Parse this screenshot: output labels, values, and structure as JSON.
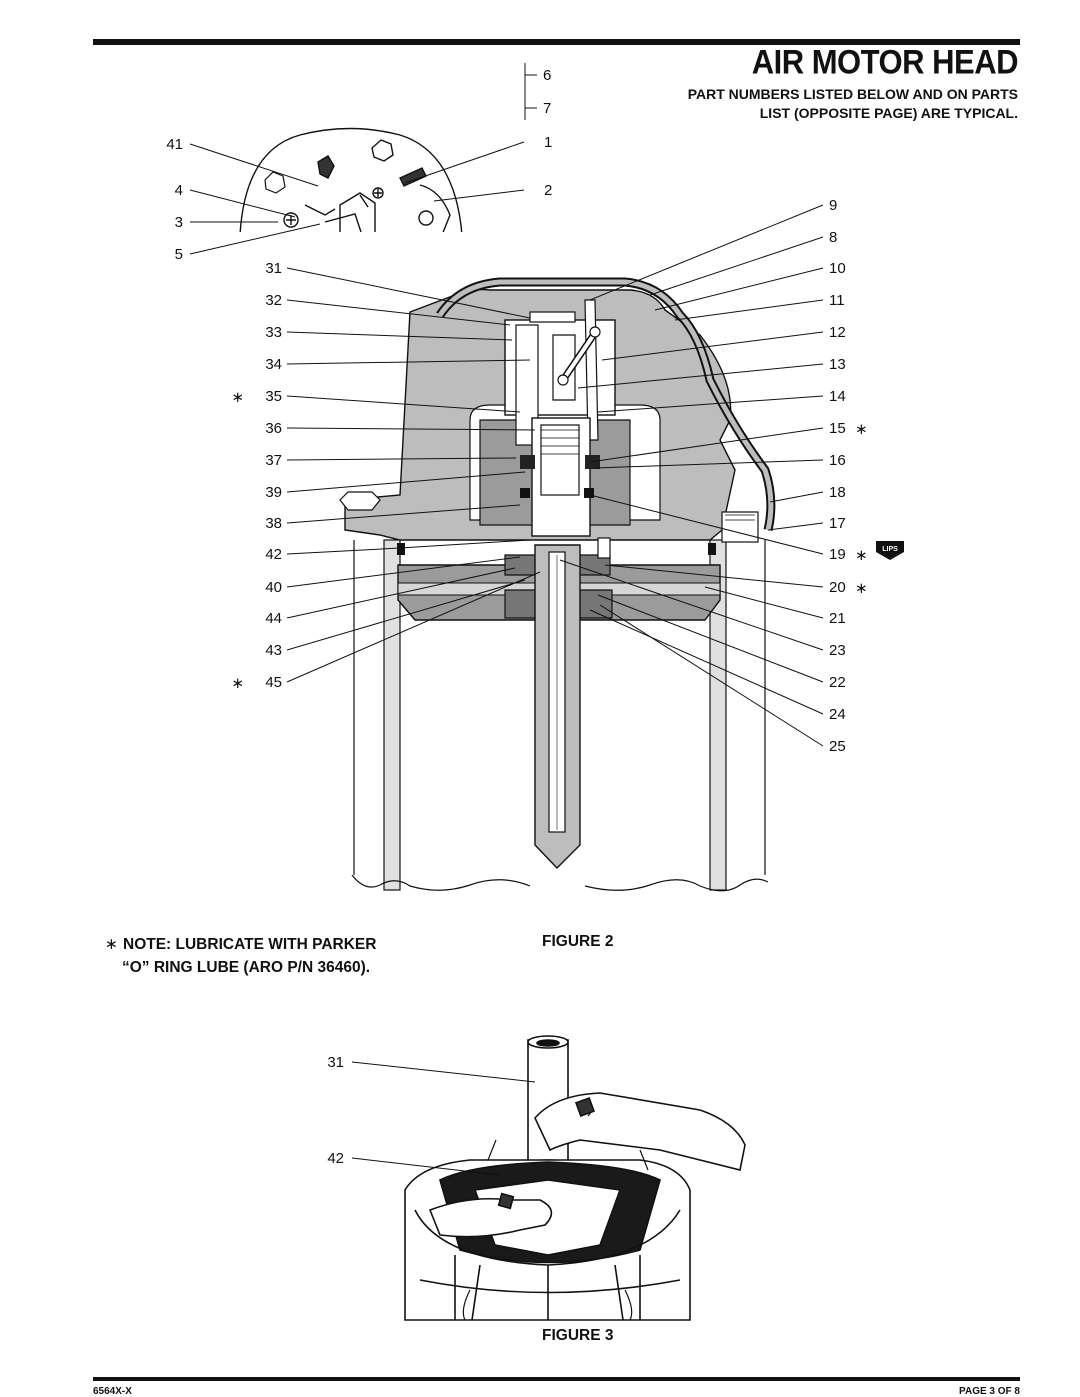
{
  "header": {
    "title": "AIR MOTOR HEAD",
    "subtitle_line1": "PART NUMBERS LISTED BELOW AND ON PARTS",
    "subtitle_line2": "LIST (OPPOSITE PAGE) ARE TYPICAL."
  },
  "figure2": {
    "caption": "FIGURE 2",
    "callouts_left": [
      "41",
      "4",
      "3",
      "5",
      "31",
      "32",
      "33",
      "34",
      "35",
      "36",
      "37",
      "39",
      "38",
      "42",
      "40",
      "44",
      "43",
      "45"
    ],
    "callouts_right": [
      "6",
      "7",
      "1",
      "2",
      "9",
      "8",
      "10",
      "11",
      "12",
      "13",
      "14",
      "15",
      "16",
      "18",
      "17",
      "19",
      "20",
      "21",
      "23",
      "22",
      "24",
      "25"
    ],
    "lips_badge": "LIPS"
  },
  "note": {
    "star": "∗",
    "line1": "NOTE: LUBRICATE WITH PARKER",
    "line2": "“O” RING LUBE (ARO P/N 36460)."
  },
  "figure3": {
    "caption": "FIGURE 3",
    "callouts": [
      "31",
      "42"
    ]
  },
  "footer": {
    "doc_number": "6564X-X",
    "page": "PAGE 3 OF 8"
  }
}
